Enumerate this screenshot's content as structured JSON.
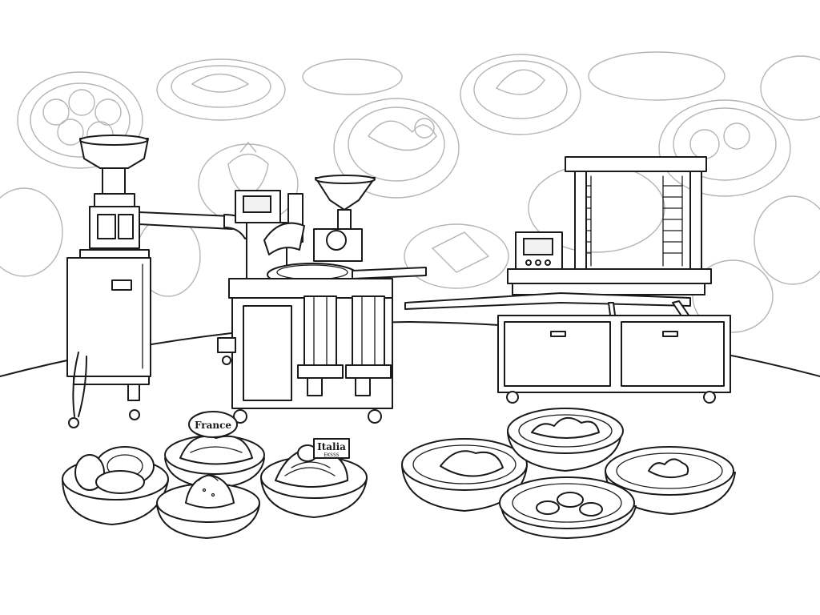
{
  "illustration": {
    "background_color": "#ffffff",
    "line_color": "#1a1a1a",
    "pattern_color": "#b5b5b5"
  },
  "labels": {
    "flag_left": "France",
    "flag_right": "Italia",
    "flag_right_sub": "EKSSS"
  }
}
